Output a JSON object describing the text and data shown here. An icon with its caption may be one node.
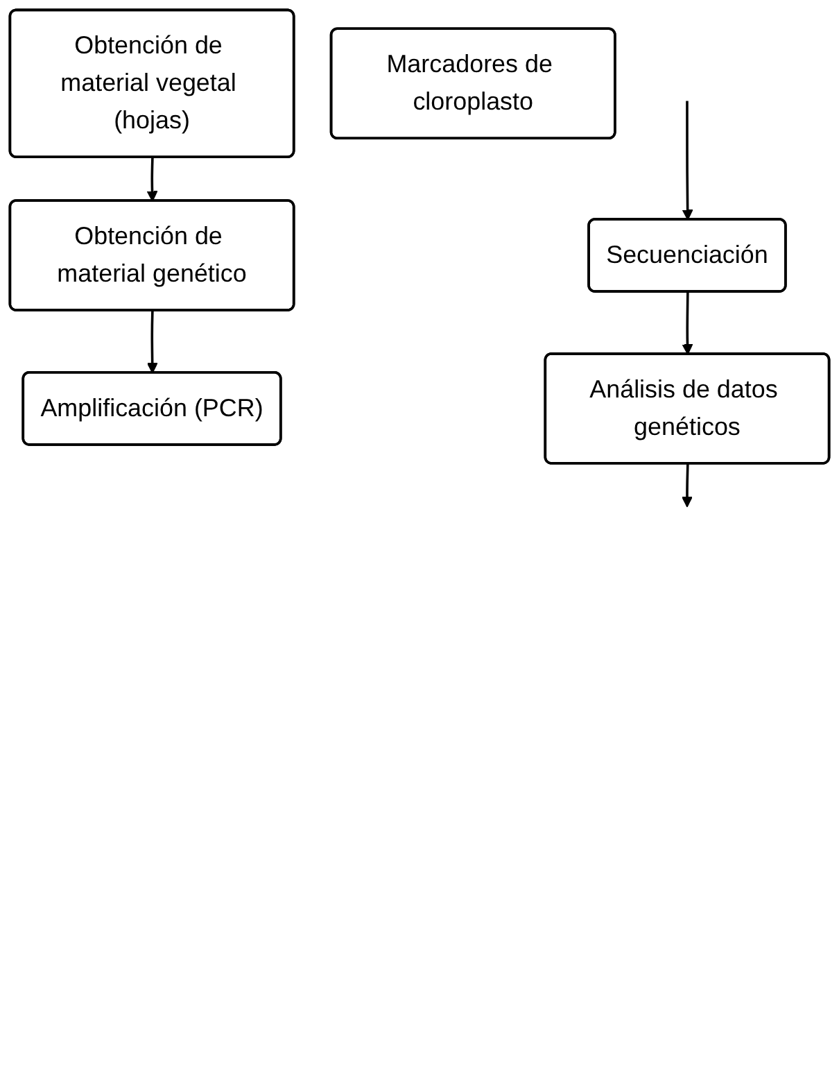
{
  "diagram": {
    "nodes": [
      {
        "text": [
          "Obtención de material vegetal (hojas)"
        ]
      },
      {
        "text": [
          "Obtención de material genético"
        ]
      },
      {
        "text": [
          "Amplificación (PCR)"
        ]
      },
      {
        "text": [
          "Marcadores de cloroplasto"
        ]
      },
      {
        "text": [
          "Secuenciación"
        ]
      },
      {
        "text": [
          "Análisis de datos genéticos"
        ]
      }
    ],
    "edges": [
      {
        "from": 0,
        "to": 1,
        "arrow": "to"
      },
      {
        "from": 1,
        "to": 2,
        "arrow": "to"
      },
      {
        "from": null,
        "to": 4,
        "arrow": "to"
      },
      {
        "from": 4,
        "to": 5,
        "arrow": "to"
      },
      {
        "from": 5,
        "to": null,
        "arrow": "to"
      }
    ]
  }
}
